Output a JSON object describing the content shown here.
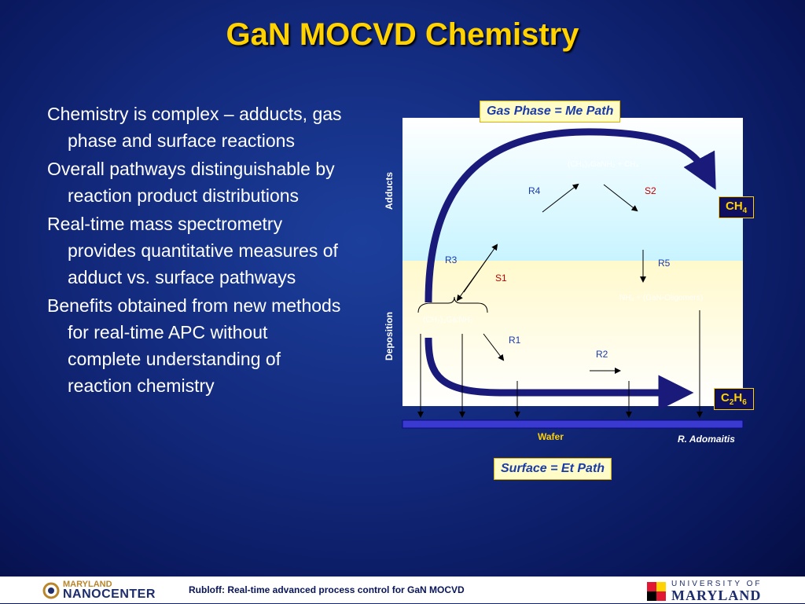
{
  "slide": {
    "title": "GaN MOCVD Chemistry",
    "bullets": [
      "Chemistry is complex – adducts, gas phase and surface reactions",
      "Overall pathways distinguishable by reaction product distributions",
      "Real-time mass spectrometry provides quantitative measures of adduct vs. surface pathways",
      "Benefits obtained from new methods for real-time APC without complete understanding of reaction chemistry"
    ]
  },
  "diagram": {
    "gas_phase_label": "Gas Phase = Me Path",
    "surface_label": "Surface = Et Path",
    "product_top": {
      "main": "CH",
      "sub": "4"
    },
    "product_bottom": {
      "p1": "C",
      "s1": "2",
      "p2": "H",
      "s2": "6"
    },
    "adducts_label": "Adducts",
    "deposition_label": "Deposition",
    "wafer_label": "Wafer",
    "credit": "R. Adomaitis",
    "reactions": {
      "r1": "R1",
      "r2": "R2",
      "r3": "R3",
      "r4": "R4",
      "r5": "R5",
      "s1": "S1",
      "s2": "S2"
    },
    "species": {
      "top": "(CH₃)₂GaNH₂ + CH₄",
      "mid": "NH₃ + (GaN-Oligomers)",
      "left": "(CH₃)₃Ga:NH₃"
    }
  },
  "footer": {
    "text": "Rubloff: Real-time advanced process control for GaN MOCVD",
    "logo_left_top": "MARYLAND",
    "logo_left_bottom": "NANOCENTER",
    "logo_right_top": "UNIVERSITY OF",
    "logo_right_bottom": "MARYLAND"
  },
  "colors": {
    "title": "#ffd200",
    "arrow": "#1a1a7a",
    "box_fill": "#fffcc8"
  }
}
